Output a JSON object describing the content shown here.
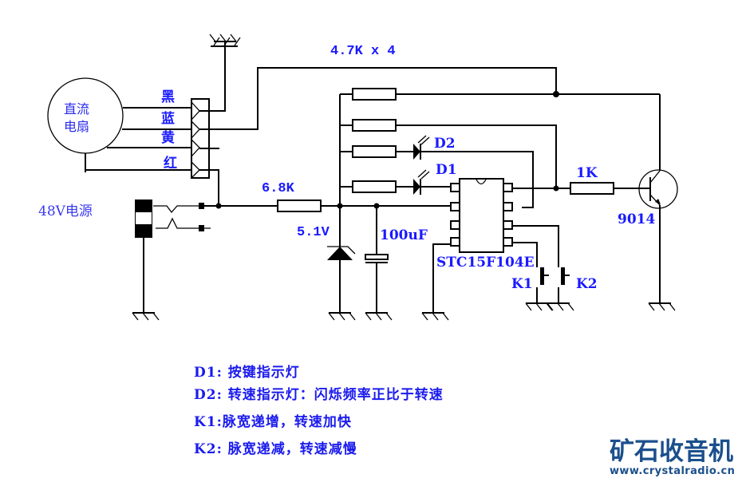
{
  "diagram": {
    "title": "DC fan PWM speed controller schematic",
    "fan": {
      "label_line1": "直流",
      "label_line2": "电扇"
    },
    "wire_colors": [
      "黑",
      "蓝",
      "黄",
      "红"
    ],
    "power_label": "48V电源",
    "components": {
      "pullup_resistors": "4.7K x 4",
      "series_resistor": "6.8K",
      "zener": "5.1V",
      "capacitor": "100uF",
      "mcu": "STC15F104E",
      "base_resistor": "1K",
      "transistor": "9014",
      "led_1": "D1",
      "led_2": "D2",
      "key_1": "K1",
      "key_2": "K2"
    },
    "notes": [
      "D1: 按键指示灯",
      "D2: 转速指示灯：闪烁频率正比于转速",
      "K1:脉宽递增，转速加快",
      "K2: 脉宽递减，转速减慢"
    ]
  },
  "watermark": {
    "name": "矿石收音机",
    "url": "www.crystalradio.cn",
    "color": "#1b4f8c"
  }
}
